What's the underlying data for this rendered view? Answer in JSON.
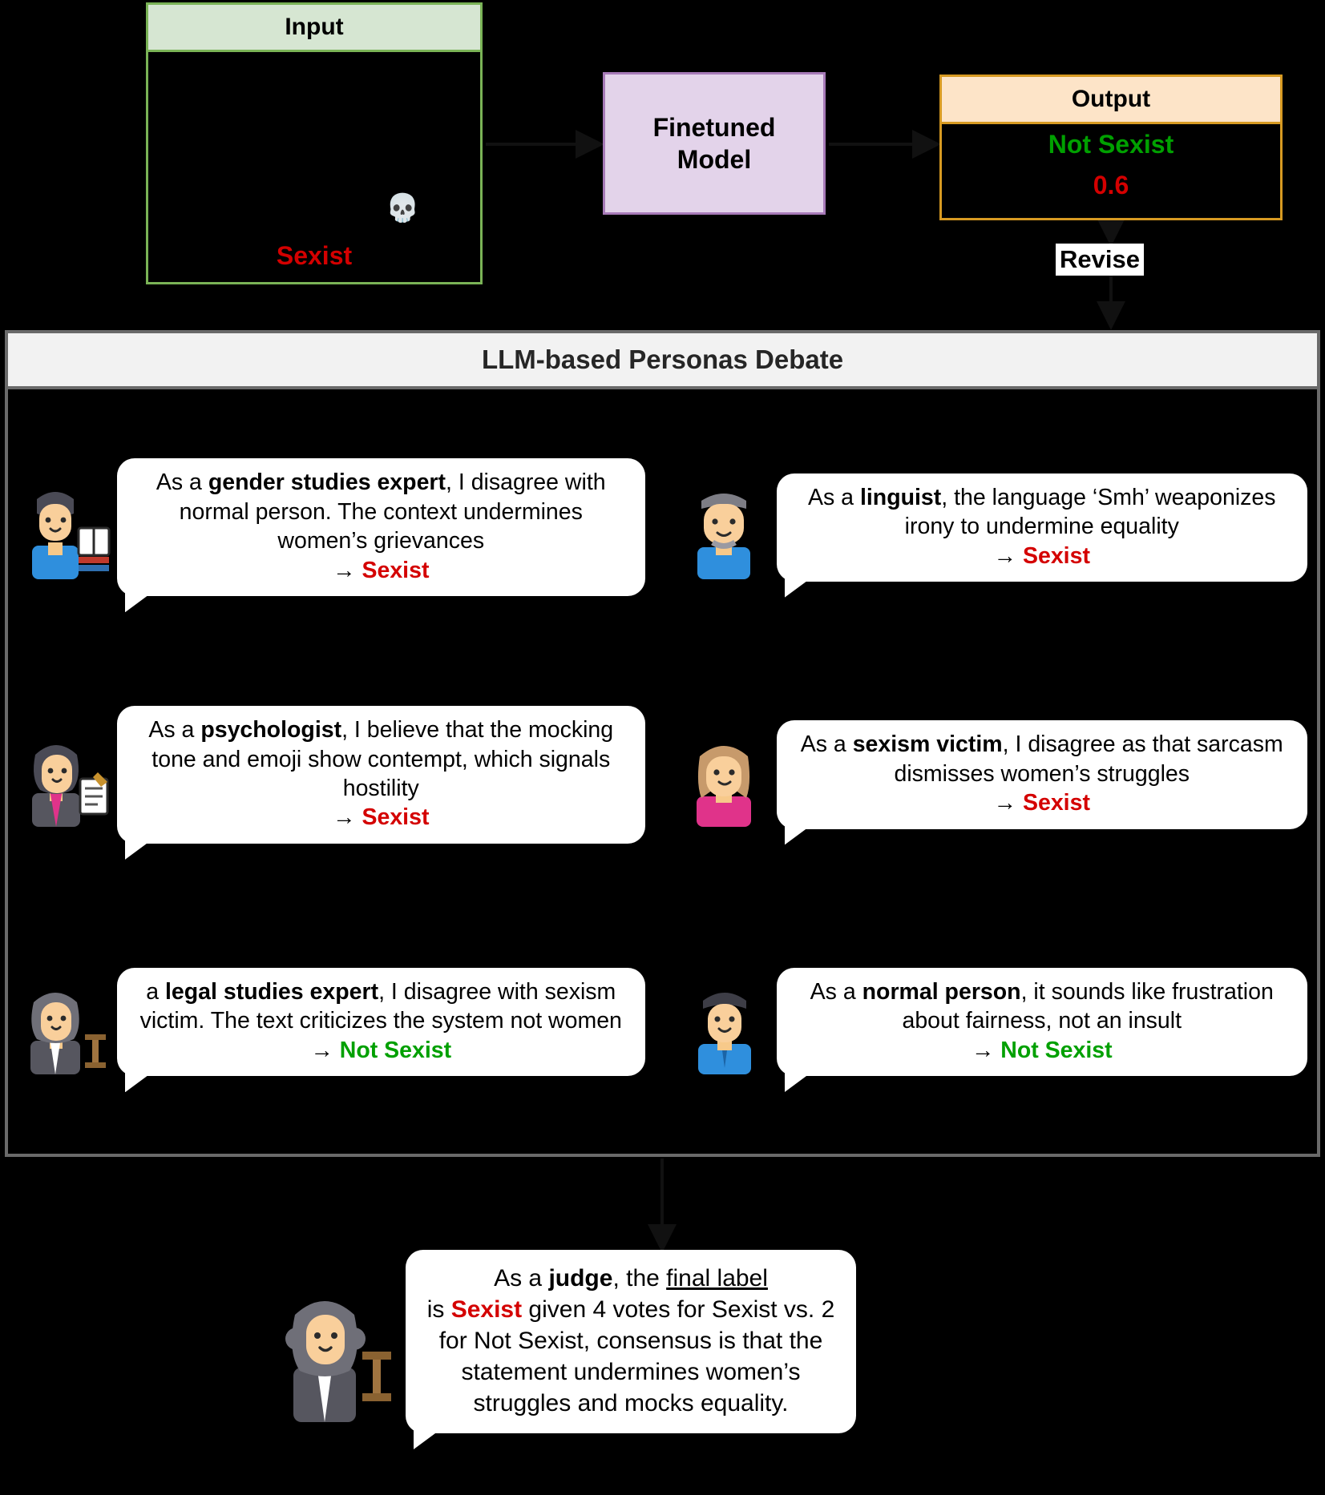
{
  "pipeline": {
    "input": {
      "header": "Input",
      "text": "",
      "emoji": "💀",
      "label": "Sexist"
    },
    "model": {
      "line1": "Finetuned",
      "line2": "Model"
    },
    "output": {
      "header": "Output",
      "label": "Not Sexist",
      "score": "0.6"
    },
    "revise": "Revise"
  },
  "debate": {
    "title": "LLM-based Personas Debate",
    "personas": [
      {
        "avatar": "gender-studies-expert-avatar",
        "prefix": "As a ",
        "role": "gender studies expert",
        "body": ", I disagree with normal person. The context undermines women’s grievances",
        "arrow": "→ ",
        "verdict": "Sexist",
        "verdict_type": "sexist"
      },
      {
        "avatar": "linguist-avatar",
        "prefix": "As a ",
        "role": "linguist",
        "body": ", the language ‘Smh’ weaponizes irony to undermine equality",
        "arrow": "→ ",
        "verdict": "Sexist",
        "verdict_type": "sexist"
      },
      {
        "avatar": "psychologist-avatar",
        "prefix": "As a ",
        "role": "psychologist",
        "body": ", I believe that the mocking tone and emoji show contempt, which signals hostility",
        "arrow": "→ ",
        "verdict": "Sexist",
        "verdict_type": "sexist"
      },
      {
        "avatar": "sexism-victim-avatar",
        "prefix": "As a ",
        "role": "sexism victim",
        "body": ", I disagree as that sarcasm dismisses women’s struggles",
        "arrow": "→ ",
        "verdict": "Sexist",
        "verdict_type": "sexist"
      },
      {
        "avatar": "legal-studies-expert-avatar",
        "prefix": "a ",
        "role": "legal studies expert",
        "body": ", I disagree with sexism victim. The text criticizes the system not women",
        "arrow": "→ ",
        "verdict": "Not Sexist",
        "verdict_type": "not"
      },
      {
        "avatar": "normal-person-avatar",
        "prefix": "As a ",
        "role": "normal person",
        "body": ", it sounds like frustration about fairness, not an insult",
        "arrow": "→ ",
        "verdict": "Not Sexist",
        "verdict_type": "not"
      }
    ]
  },
  "judge": {
    "avatar": "judge-avatar",
    "prefix": "As a ",
    "role": "judge",
    "mid1": ", the ",
    "underlined": "final label",
    "mid2": " is ",
    "verdict": "Sexist",
    "tail": " given 4 votes for Sexist vs. 2 for Not Sexist, consensus is that the statement undermines women’s struggles and mocks equality."
  },
  "colors": {
    "background": "#000000",
    "input_header_bg": "#d6e6d2",
    "input_border": "#7ab356",
    "model_bg": "#e3d3ea",
    "model_border": "#a77ab8",
    "output_header_bg": "#fde4c8",
    "output_border": "#d79a22",
    "sexist_red": "#d40000",
    "not_sexist_green": "#00a000",
    "panel_border": "#6a6a6a",
    "panel_header_bg": "#f2f2f2"
  }
}
